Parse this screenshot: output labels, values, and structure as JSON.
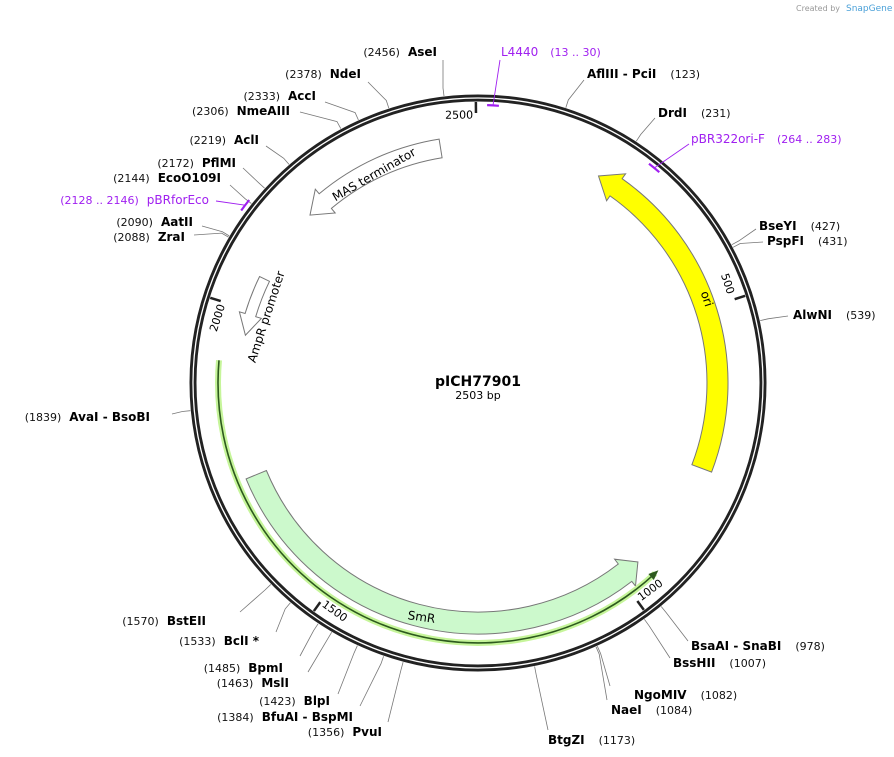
{
  "credit": {
    "created_by": "Created by",
    "brand": "SnapGene"
  },
  "plasmid": {
    "name": "pICH77901",
    "length_label": "2503 bp",
    "length": 2503
  },
  "ticks": [
    500,
    1000,
    1500,
    2000,
    2500
  ],
  "features": [
    {
      "label": "ori",
      "start": 771,
      "end": 210,
      "direction": "reverse",
      "color": "#ffff00"
    },
    {
      "label": "SmR",
      "start": 1721,
      "end": 961,
      "direction": "reverse",
      "color": "#ccf9cc"
    },
    {
      "label": "MAS terminator",
      "start": 2440,
      "end": 2190,
      "direction": "reverse",
      "color": "#ffffff"
    },
    {
      "label": "AmpR promoter",
      "start": 2058,
      "end": 1958,
      "direction": "reverse",
      "color": "#ffffff"
    }
  ],
  "orf": {
    "start": 1912,
    "end": 946,
    "direction": "reverse",
    "color": "#2d5a1e",
    "highlight": "#c6f59a"
  },
  "primers": [
    {
      "name": "L4440",
      "range": "(13 .. 30)",
      "start": 13,
      "end": 30,
      "color": "#a020f0"
    },
    {
      "name": "pBR322ori-F",
      "range": "(264 .. 283)",
      "start": 264,
      "end": 283,
      "color": "#a020f0"
    },
    {
      "name": "pBRforEco",
      "range": "(2128 .. 2146)",
      "start": 2128,
      "end": 2146,
      "color": "#a020f0"
    }
  ],
  "sites": [
    {
      "name": "AseI",
      "pos": "(2456)",
      "at": 2456
    },
    {
      "name": "NdeI",
      "pos": "(2378)",
      "at": 2378
    },
    {
      "name": "AccI",
      "pos": "(2333)",
      "at": 2333
    },
    {
      "name": "NmeAIII",
      "pos": "(2306)",
      "at": 2306
    },
    {
      "name": "AclI",
      "pos": "(2219)",
      "at": 2219
    },
    {
      "name": "PflMI",
      "pos": "(2172)",
      "at": 2172
    },
    {
      "name": "EcoO109I",
      "pos": "(2144)",
      "at": 2144
    },
    {
      "name": "AatII",
      "pos": "(2090)",
      "at": 2090
    },
    {
      "name": "ZraI",
      "pos": "(2088)",
      "at": 2088
    },
    {
      "name": "AvaI  - BsoBI",
      "pos": "(1839)",
      "at": 1839
    },
    {
      "name": "BstEII",
      "pos": "(1570)",
      "at": 1570
    },
    {
      "name": "BclI *",
      "pos": "(1533)",
      "at": 1533
    },
    {
      "name": "BpmI",
      "pos": "(1485)",
      "at": 1485
    },
    {
      "name": "MslI",
      "pos": "(1463)",
      "at": 1463
    },
    {
      "name": "BlpI",
      "pos": "(1423)",
      "at": 1423
    },
    {
      "name": "BfuAI  - BspMI",
      "pos": "(1384)",
      "at": 1384
    },
    {
      "name": "PvuI",
      "pos": "(1356)",
      "at": 1356
    },
    {
      "name": "AflIII  - PciI",
      "pos": "(123)",
      "at": 123
    },
    {
      "name": "DrdI",
      "pos": "(231)",
      "at": 231
    },
    {
      "name": "BseYI",
      "pos": "(427)",
      "at": 427
    },
    {
      "name": "PspFI",
      "pos": "(431)",
      "at": 431
    },
    {
      "name": "AlwNI",
      "pos": "(539)",
      "at": 539
    },
    {
      "name": "BsaAI  - SnaBI",
      "pos": "(978)",
      "at": 978
    },
    {
      "name": "BssHII",
      "pos": "(1007)",
      "at": 1007
    },
    {
      "name": "NgoMIV",
      "pos": "(1082)",
      "at": 1082
    },
    {
      "name": "NaeI",
      "pos": "(1084)",
      "at": 1084
    },
    {
      "name": "BtgZI",
      "pos": "(1173)",
      "at": 1173
    }
  ]
}
